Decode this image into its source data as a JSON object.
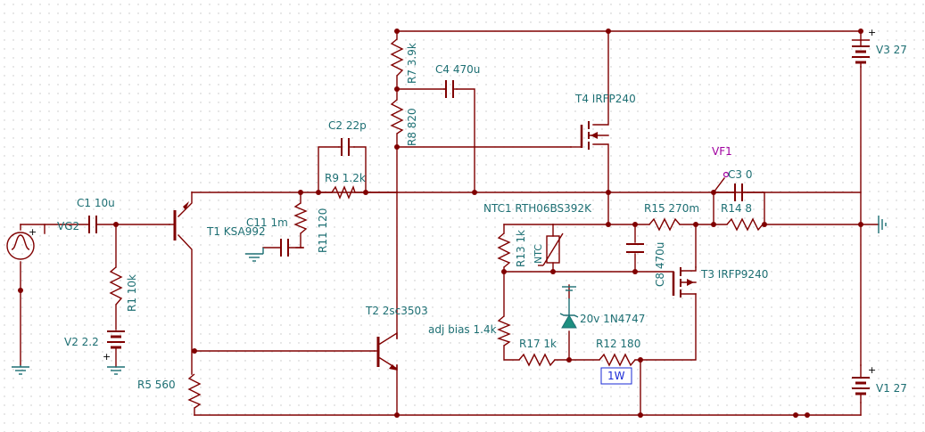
{
  "labels": {
    "vg2": "VG2",
    "c1": "C1 10u",
    "t1": "T1 KSA992",
    "r1": "R1 10k",
    "v2": "V2 2.2",
    "r5": "R5 560",
    "c11": "C11 1m",
    "r11": "R11 120",
    "c2": "C2 22p",
    "r9": "R9 1.2k",
    "r7": "R7 3.9k",
    "r8": "R8 820",
    "c4": "C4 470u",
    "t4": "T4 IRFP240",
    "t2": "T2 2sc3503",
    "ntc1": "NTC1 RTH06BS392K",
    "r13": "R13 1k",
    "ntc_symbol": "NTC",
    "c8": "C8 470u",
    "r15": "R15 270m",
    "t3": "T3 IRFP9240",
    "adj_bias": "adj bias 1.4k",
    "zener": "20v 1N4747",
    "r17": "R17 1k",
    "r12": "R12 180",
    "r12_power": "1W",
    "vf1": "VF1",
    "c3": "C3 0",
    "r14": "R14 8",
    "v3": "V3 27",
    "v1": "V1 27",
    "plus": "+"
  },
  "colors": {
    "wire": "#800000",
    "label": "#1d6f73",
    "probe": "#a000a0",
    "grid_dot": "#c8c8c8"
  }
}
